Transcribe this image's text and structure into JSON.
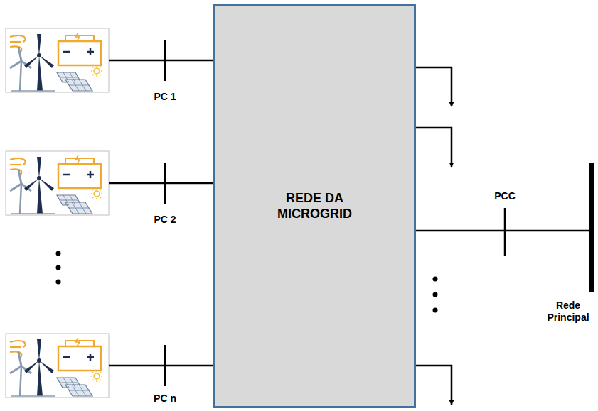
{
  "diagram": {
    "nodes": [
      {
        "text": [
          "REDE DA MICROGRID"
        ]
      }
    ],
    "labels": [
      "PC 1",
      "PC 2",
      "PC n",
      "PCC",
      "Rede Principal"
    ]
  }
}
